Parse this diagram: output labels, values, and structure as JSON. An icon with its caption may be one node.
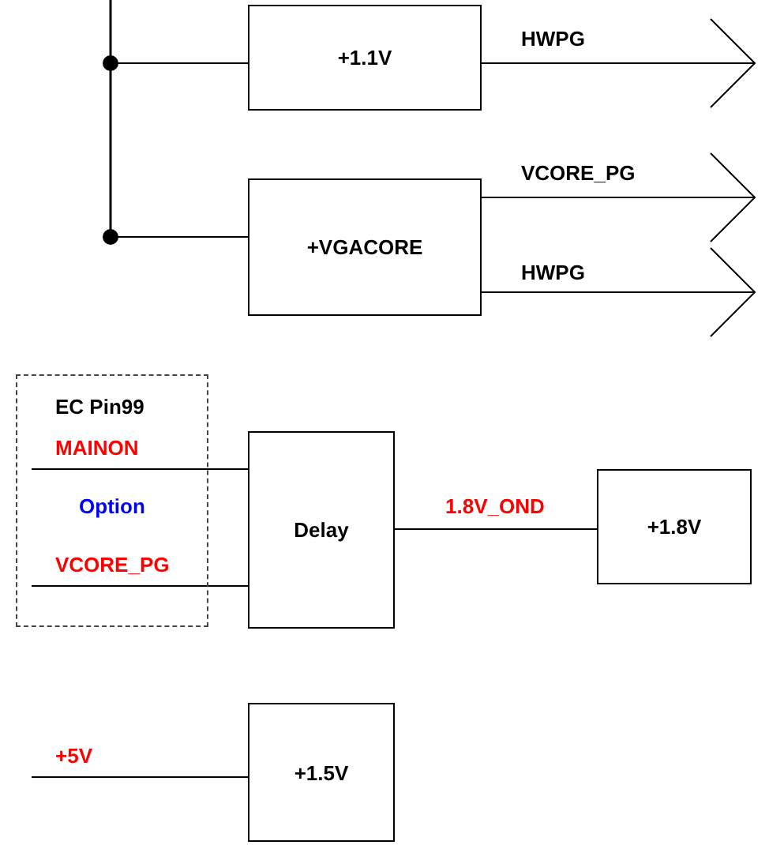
{
  "diagram": {
    "nodes": [
      {
        "text": [
          "+1.1V"
        ]
      },
      {
        "text": [
          "+VGACORE"
        ]
      },
      {
        "text": [
          "EC Pin99",
          "Option"
        ]
      },
      {
        "text": [
          "MAINON"
        ],
        "in": 2
      },
      {
        "text": [
          "VCORE_PG"
        ],
        "in": 2
      },
      {
        "text": [
          "Delay"
        ]
      },
      {
        "text": [
          "+1.8V"
        ]
      },
      {
        "text": [
          "+5V"
        ]
      },
      {
        "text": [
          "+1.5V"
        ]
      }
    ],
    "edges": [
      {
        "from": null,
        "to": 0,
        "arrow": "other"
      },
      {
        "from": null,
        "to": 1,
        "arrow": "other"
      },
      {
        "from": 0,
        "to": null,
        "arrow": "to",
        "label": "HWPG"
      },
      {
        "from": 1,
        "to": null,
        "arrow": "to",
        "label": "VCORE_PG"
      },
      {
        "from": 1,
        "to": null,
        "arrow": "to",
        "label": "HWPG"
      },
      {
        "from": 3,
        "to": 5,
        "arrow": "none"
      },
      {
        "from": 4,
        "to": 5,
        "arrow": "none"
      },
      {
        "from": 5,
        "to": 6,
        "arrow": "none",
        "label": "1.8V_OND"
      },
      {
        "from": 7,
        "to": 8,
        "arrow": "none"
      }
    ]
  }
}
